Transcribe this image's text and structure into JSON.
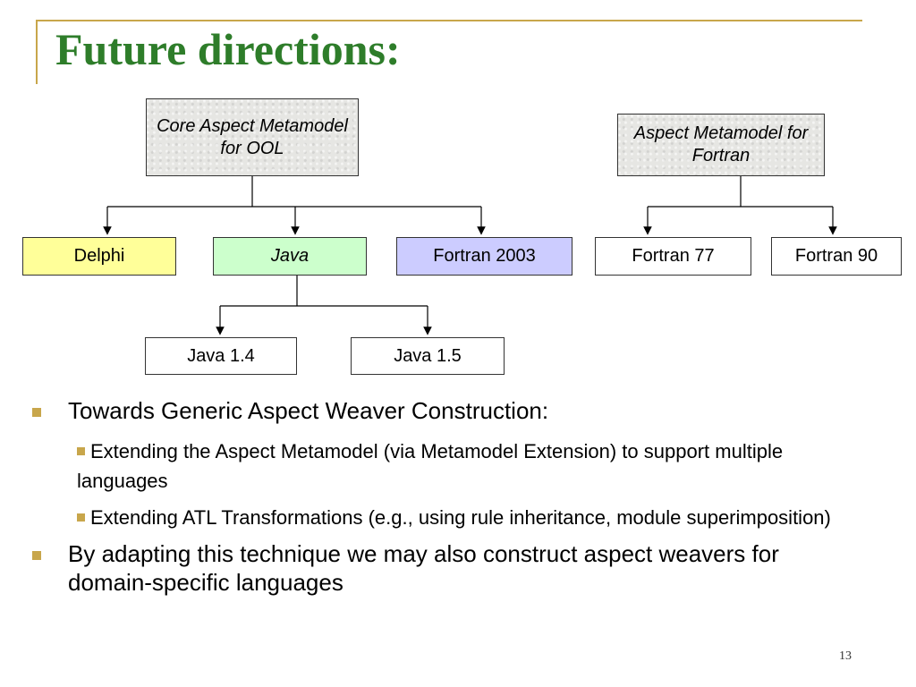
{
  "slide": {
    "title": "Future directions:",
    "page_number": "13"
  },
  "diagram": {
    "core_model": "Core Aspect Metamodel for OOL",
    "fortran_model": "Aspect Metamodel for Fortran",
    "languages": {
      "delphi": "Delphi",
      "java": "Java",
      "fortran2003": "Fortran 2003",
      "fortran77": "Fortran 77",
      "fortran90": "Fortran 90",
      "java14": "Java 1.4",
      "java15": "Java 1.5"
    },
    "colors": {
      "delphi": "#ffff99",
      "java": "#ccffcc",
      "fortran2003": "#ccccff",
      "accent": "#c8a64b",
      "title": "#2e7d2a"
    }
  },
  "bullets": {
    "b1": "Towards Generic Aspect Weaver Construction:",
    "b1_sub1": "Extending the Aspect Metamodel (via Metamodel  Extension) to support multiple languages",
    "b1_sub2": "Extending ATL Transformations (e.g., using rule inheritance, module superimposition)",
    "b2": "By adapting this technique we may also construct aspect weavers for domain-specific languages"
  }
}
